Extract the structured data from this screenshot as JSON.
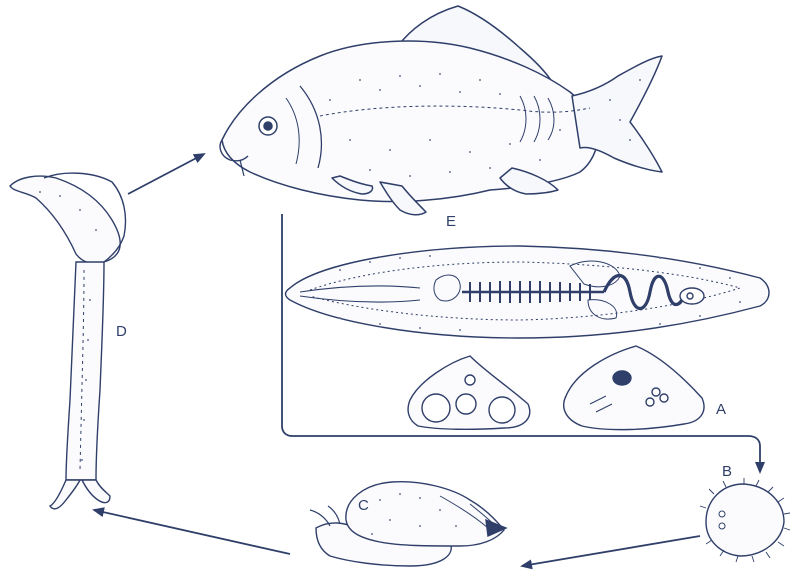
{
  "labels": {
    "fish": "E",
    "fluke": "A",
    "miracidium": "B",
    "snail": "C",
    "cercaria": "D"
  },
  "colors": {
    "ink": "#2f3f6a",
    "stipple": "#6a7898",
    "background": "#ffffff"
  }
}
